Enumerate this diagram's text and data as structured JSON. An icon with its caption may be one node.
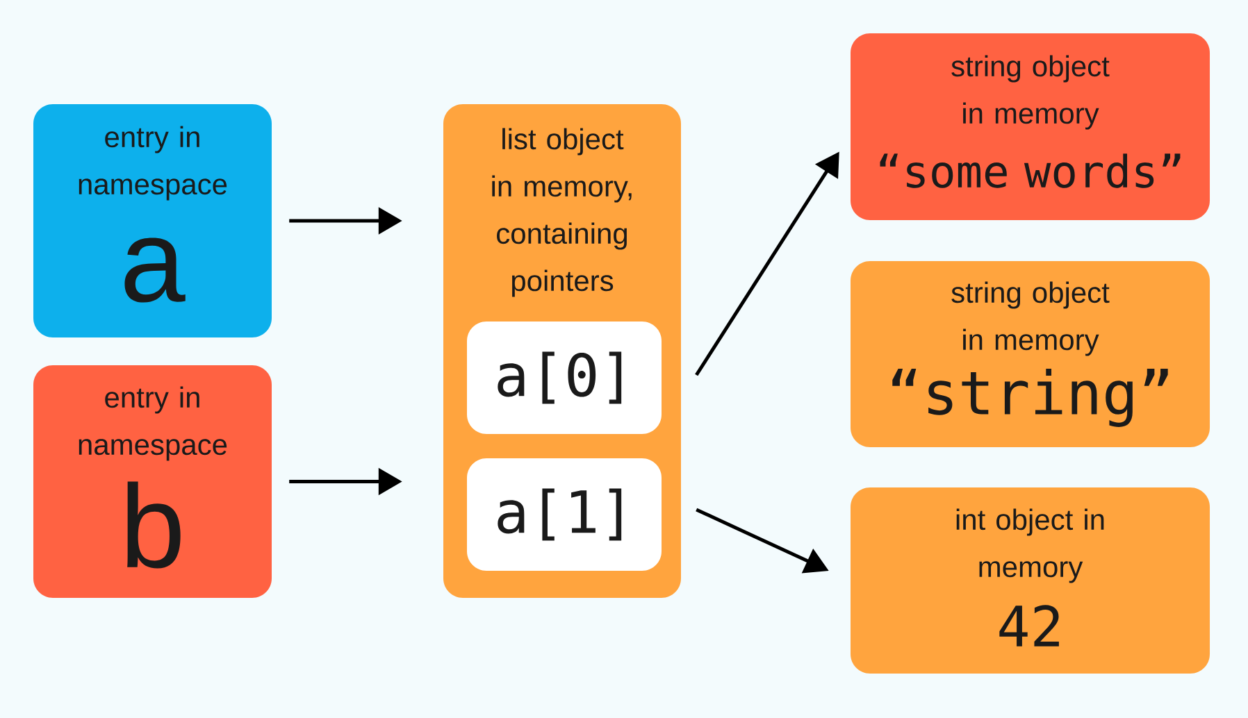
{
  "diagram": {
    "nodes": [
      {
        "text": [
          "entry in namespace",
          "a"
        ]
      },
      {
        "text": [
          "entry in namespace",
          "b"
        ]
      },
      {
        "text": [
          "list object in memory, containing pointers"
        ]
      },
      {
        "text": [
          "a[0]"
        ],
        "in": 2
      },
      {
        "text": [
          "a[1]"
        ],
        "in": 2
      },
      {
        "text": [
          "string object in memory",
          "“some words”"
        ]
      },
      {
        "text": [
          "string object in memory",
          "“string”"
        ]
      },
      {
        "text": [
          "int object in memory",
          "42"
        ]
      }
    ],
    "edges": [
      {
        "from": 0,
        "to": 2,
        "arrow": "to"
      },
      {
        "from": 1,
        "to": 2,
        "arrow": "to"
      },
      {
        "from": 3,
        "to": 5,
        "arrow": "to"
      },
      {
        "from": 4,
        "to": 7,
        "arrow": "to"
      }
    ]
  }
}
